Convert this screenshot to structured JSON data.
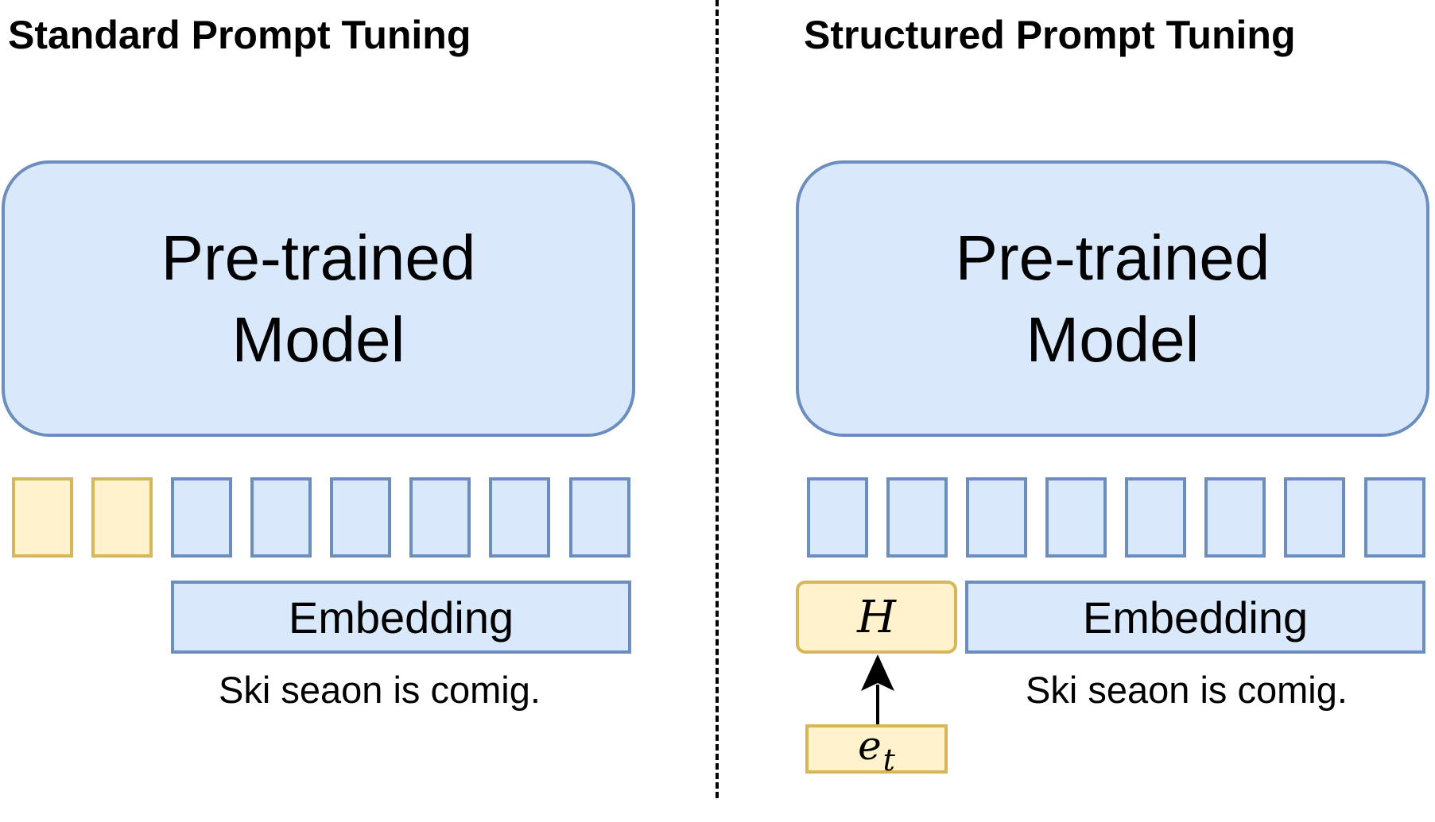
{
  "left": {
    "title": "Standard Prompt Tuning",
    "model_line1": "Pre-trained",
    "model_line2": "Model",
    "embedding": "Embedding",
    "sentence": "Ski seaon is comig.",
    "tokens": [
      "yellow",
      "yellow",
      "blue",
      "blue",
      "blue",
      "blue",
      "blue",
      "blue"
    ]
  },
  "right": {
    "title": "Structured Prompt Tuning",
    "model_line1": "Pre-trained",
    "model_line2": "Model",
    "embedding": "Embedding",
    "sentence": "Ski seaon is comig.",
    "h_label": "H",
    "et_main": "e",
    "et_sub": "t",
    "tokens": [
      "blue",
      "blue",
      "blue",
      "blue",
      "blue",
      "blue",
      "blue",
      "blue"
    ]
  },
  "colors": {
    "blue_fill": "#dae8fc",
    "blue_border": "#6c8ebf",
    "yellow_fill": "#fff2cc",
    "yellow_border": "#d6b656"
  }
}
